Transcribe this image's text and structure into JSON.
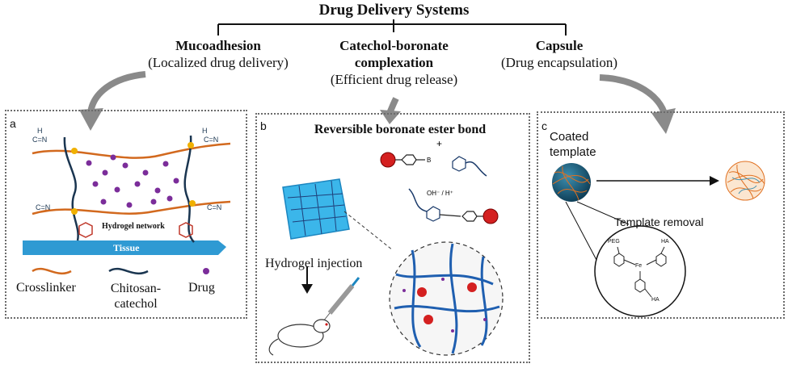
{
  "title": "Drug Delivery Systems",
  "categories": [
    {
      "heading": "Mucoadhesion",
      "sub": "(Localized drug delivery)"
    },
    {
      "heading": "Catechol-boronate",
      "heading2": "complexation",
      "sub": "(Efficient drug release)"
    },
    {
      "heading": "Capsule",
      "sub": "(Drug encapsulation)"
    }
  ],
  "panel_a": {
    "label": "a",
    "network_label": "Hydrogel network",
    "tissue_label": "Tissue",
    "legend": [
      {
        "name": "Crosslinker"
      },
      {
        "name": "Chitosan-",
        "name2": "catechol"
      },
      {
        "name": "Drug"
      }
    ],
    "imine": "C=N",
    "h": "H"
  },
  "panel_b": {
    "label": "b",
    "title": "Reversible boronate ester bond",
    "injection_label": "Hydrogel injection",
    "equilibrium": "OH⁻ / H⁺"
  },
  "panel_c": {
    "label": "c",
    "coated": "Coated",
    "template": "template",
    "removal": "Template removal",
    "peg": "PEG",
    "ha1": "HA",
    "ha2": "HA",
    "fe": "Fe"
  },
  "colors": {
    "crosslinker": "#d2691e",
    "chitosan": "#1a3550",
    "drug": "#7b2d9a",
    "tissue": "#2f9ad3",
    "arrow": "#8a8a8a",
    "catechol": "#c0392b",
    "node": "#f0b000"
  }
}
